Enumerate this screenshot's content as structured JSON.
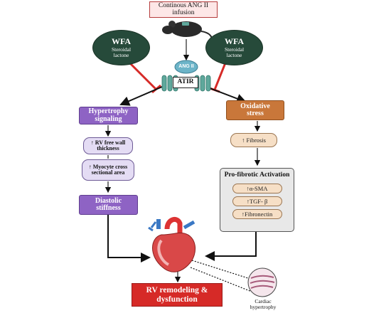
{
  "infusion": "Continous ANG II\ninfusion",
  "wfa_left": {
    "title": "WFA",
    "subtitle": "Steroidal\nlactone"
  },
  "wfa_right": {
    "title": "WFA",
    "subtitle": "Steroidal\nlactone"
  },
  "ang_label": "ANG II",
  "receptor_label": "ATIR",
  "hypertrophy_signaling": "Hypertrophy\nsignaling",
  "rv_free_wall": "↑ RV free wall\nthickness",
  "myocyte": "↑ Myocyte cross\nsectional area",
  "diastolic": "Diastolic\nstiffness",
  "oxidative": "Oxidative\nstress",
  "fibrosis": "↑ Fibrosis",
  "profibrotic_title": "Pro-fibrotic Activation",
  "profibrotic_items": [
    "↑α-SMA",
    "↑TGF- β",
    "↑Fibronectin"
  ],
  "outcome": "RV remodeling &\ndysfunction",
  "cardiac_hypertrophy": "Cardiac\nhypertrophy",
  "colors": {
    "wfa": "#264a3a",
    "hypertrophy": "#8e63c4",
    "lavender": "#e4dcf4",
    "oxidative": "#c9773a",
    "peach": "#f6dfc6",
    "inhibit": "#d62a27",
    "receptor": "#5fa89c",
    "outcome": "#d62a27"
  }
}
